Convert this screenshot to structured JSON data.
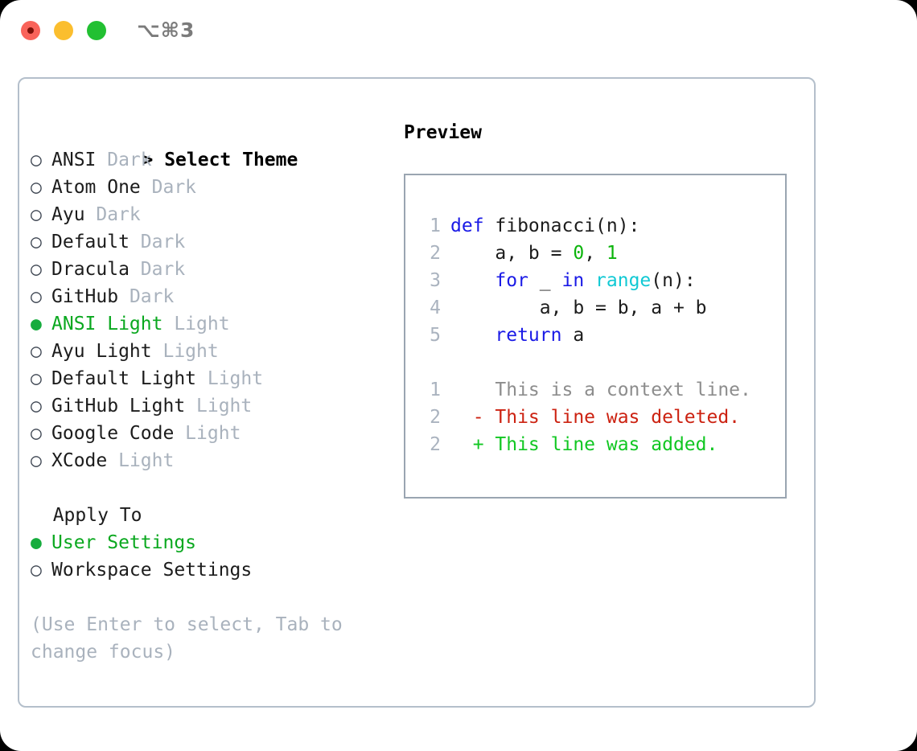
{
  "titlebar": {
    "shortcut": "⌥⌘3",
    "buttons": [
      {
        "name": "close",
        "color": "#f9635a"
      },
      {
        "name": "minimize",
        "color": "#fbbe2e"
      },
      {
        "name": "maximize",
        "color": "#22c032"
      }
    ]
  },
  "theme_panel": {
    "heading_prefix": "> ",
    "heading": "Select Theme",
    "bullet_unselected": "○ ",
    "bullet_selected": "● ",
    "items": [
      {
        "name": "ANSI",
        "kind": " Dark",
        "selected": false
      },
      {
        "name": "Atom One",
        "kind": " Dark",
        "selected": false
      },
      {
        "name": "Ayu",
        "kind": " Dark",
        "selected": false
      },
      {
        "name": "Default",
        "kind": " Dark",
        "selected": false
      },
      {
        "name": "Dracula",
        "kind": " Dark",
        "selected": false
      },
      {
        "name": "GitHub",
        "kind": " Dark",
        "selected": false
      },
      {
        "name": "ANSI Light",
        "kind": " Light",
        "selected": true
      },
      {
        "name": "Ayu Light",
        "kind": " Light",
        "selected": false
      },
      {
        "name": "Default Light",
        "kind": " Light",
        "selected": false
      },
      {
        "name": "GitHub Light",
        "kind": " Light",
        "selected": false
      },
      {
        "name": "Google Code",
        "kind": " Light",
        "selected": false
      },
      {
        "name": "XCode",
        "kind": " Light",
        "selected": false
      }
    ]
  },
  "apply_to": {
    "heading": "  Apply To",
    "options": [
      {
        "label": "User Settings",
        "selected": true
      },
      {
        "label": "Workspace Settings",
        "selected": false
      }
    ]
  },
  "hint": "(Use Enter to select, Tab to change focus)",
  "preview": {
    "title": "Preview",
    "code_lines": [
      {
        "n": "1",
        "tokens": [
          {
            "t": "def ",
            "c": "kw"
          },
          {
            "t": "fibonacci(n):",
            "c": "plain"
          }
        ]
      },
      {
        "n": "2",
        "tokens": [
          {
            "t": "    a, b = ",
            "c": "plain"
          },
          {
            "t": "0",
            "c": "num"
          },
          {
            "t": ", ",
            "c": "plain"
          },
          {
            "t": "1",
            "c": "num"
          }
        ]
      },
      {
        "n": "3",
        "tokens": [
          {
            "t": "    ",
            "c": "plain"
          },
          {
            "t": "for",
            "c": "kw"
          },
          {
            "t": " _ ",
            "c": "plain"
          },
          {
            "t": "in",
            "c": "kw"
          },
          {
            "t": " ",
            "c": "plain"
          },
          {
            "t": "range",
            "c": "fn"
          },
          {
            "t": "(n):",
            "c": "plain"
          }
        ]
      },
      {
        "n": "4",
        "tokens": [
          {
            "t": "        a, b = b, a + b",
            "c": "plain"
          }
        ]
      },
      {
        "n": "5",
        "tokens": [
          {
            "t": "    ",
            "c": "plain"
          },
          {
            "t": "return",
            "c": "kw"
          },
          {
            "t": " a",
            "c": "plain"
          }
        ]
      }
    ],
    "diff_lines": [
      {
        "n": "1",
        "sign": "  ",
        "text": "This is a context line.",
        "cls": "ctx"
      },
      {
        "n": "2",
        "sign": "- ",
        "text": "This line was deleted.",
        "cls": "del"
      },
      {
        "n": "2",
        "sign": "+ ",
        "text": "This line was added.",
        "cls": "add"
      }
    ]
  },
  "colors": {
    "accent_green": "#0aa81f",
    "muted": "#a9b2bd",
    "keyword_blue": "#1a1ae6",
    "number_green": "#0bb40b",
    "function_cyan": "#11c9d4",
    "diff_deleted": "#cc2211",
    "diff_added": "#11c722",
    "panel_border": "#b4bfcb",
    "preview_border": "#9aa5b1"
  }
}
